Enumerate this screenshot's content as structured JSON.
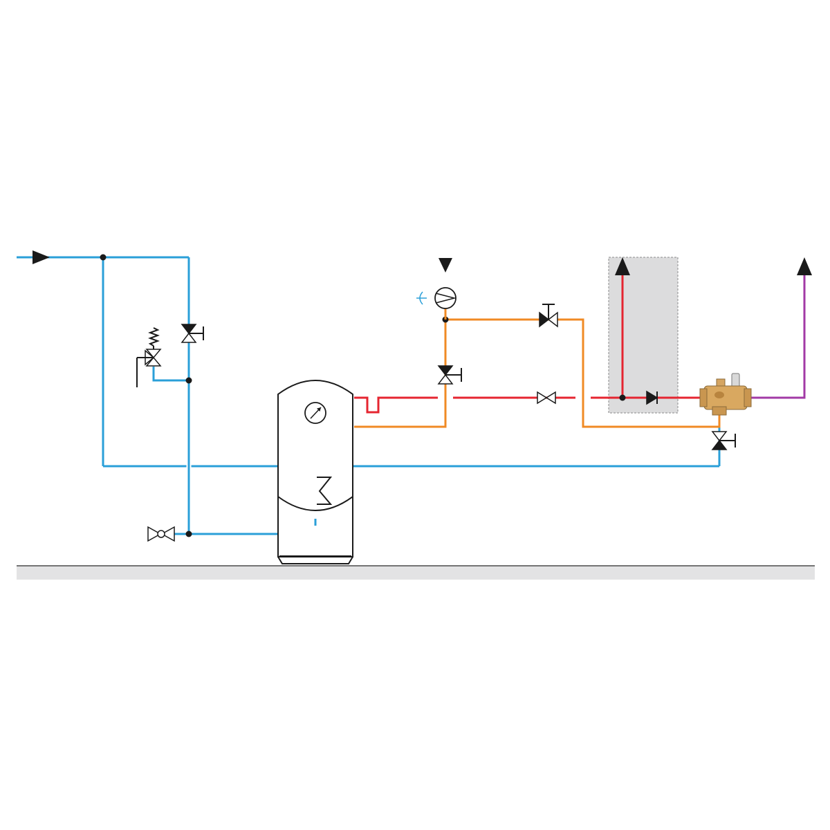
{
  "diagram": {
    "type": "hydraulic-schematic",
    "pipe_colors": {
      "cold_water": "#2a9fd8",
      "hot_water": "#e52530",
      "recirculation": "#f08a24",
      "mixed_water": "#a23aa6",
      "floor": "#e3e3e4",
      "user_zone": "#dcdcdd"
    },
    "components": [
      {
        "icon": "inlet-arrow-icon"
      },
      {
        "icon": "shutoff-valve-icon"
      },
      {
        "icon": "safety-valve-icon"
      },
      {
        "icon": "drain-valve-icon"
      },
      {
        "icon": "storage-tank"
      },
      {
        "icon": "thermometer-icon"
      },
      {
        "icon": "coil-heat-exchanger-icon"
      },
      {
        "icon": "circulator-pump-icon"
      },
      {
        "icon": "balancing-valve-icon"
      },
      {
        "icon": "gate-valve-icon"
      },
      {
        "icon": "check-valve-icon"
      },
      {
        "icon": "thermostatic-mixing-valve"
      },
      {
        "icon": "outlet-arrow-icon"
      }
    ]
  }
}
